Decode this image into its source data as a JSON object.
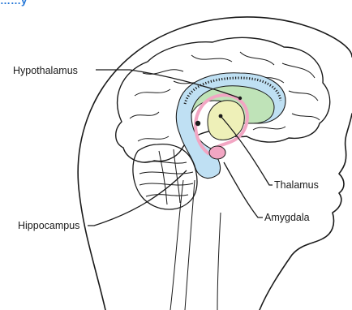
{
  "header_fragment": "……y",
  "labels": {
    "hypothalamus": "Hypothalamus",
    "thalamus": "Thalamus",
    "amygdala": "Amygdala",
    "hippocampus": "Hippocampus"
  },
  "colors": {
    "outer_limbic": "#bfe0f3",
    "green_region": "#bfe3b8",
    "inner_region": "#eef0b8",
    "pink_loop": "#f2a6c3",
    "header_text": "#1f73d6"
  }
}
